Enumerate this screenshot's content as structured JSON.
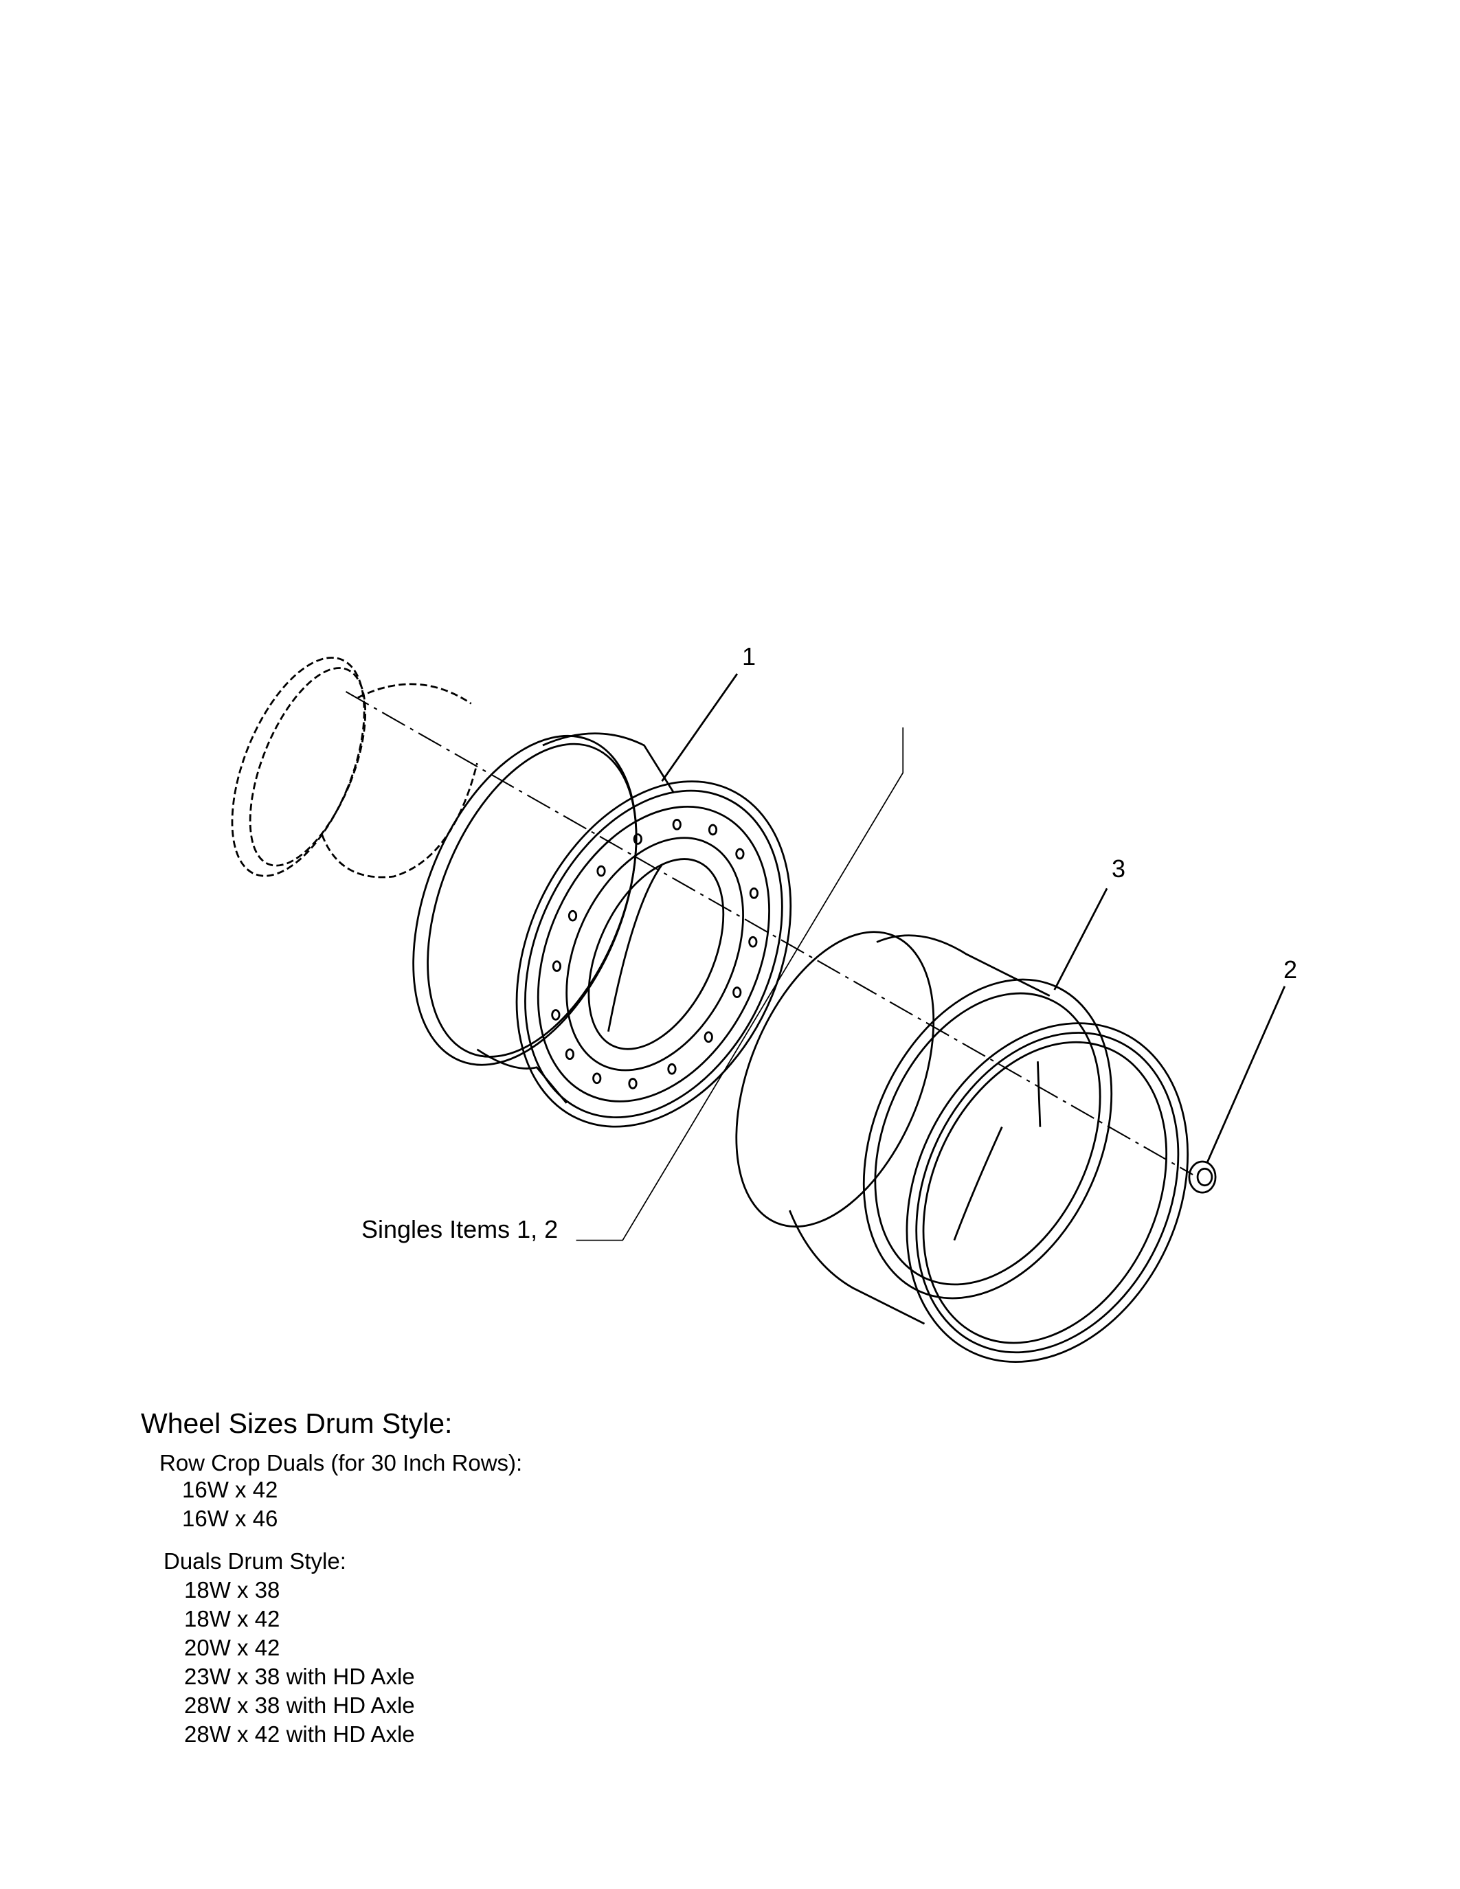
{
  "diagram": {
    "callouts": [
      "1",
      "2",
      "3"
    ],
    "singles_label": "Singles Items 1, 2"
  },
  "notes": {
    "title": "Wheel Sizes Drum Style:",
    "row_crop": {
      "heading": "Row Crop Duals (for 30 Inch Rows):",
      "items": [
        "16W x 42",
        "16W x 46"
      ]
    },
    "duals": {
      "heading": "Duals Drum Style:",
      "items": [
        "18W x 38",
        "18W x 42",
        "20W x 42",
        "23W x 38 with HD Axle",
        "28W x 38 with HD Axle",
        "28W x 42 with HD Axle"
      ]
    }
  }
}
